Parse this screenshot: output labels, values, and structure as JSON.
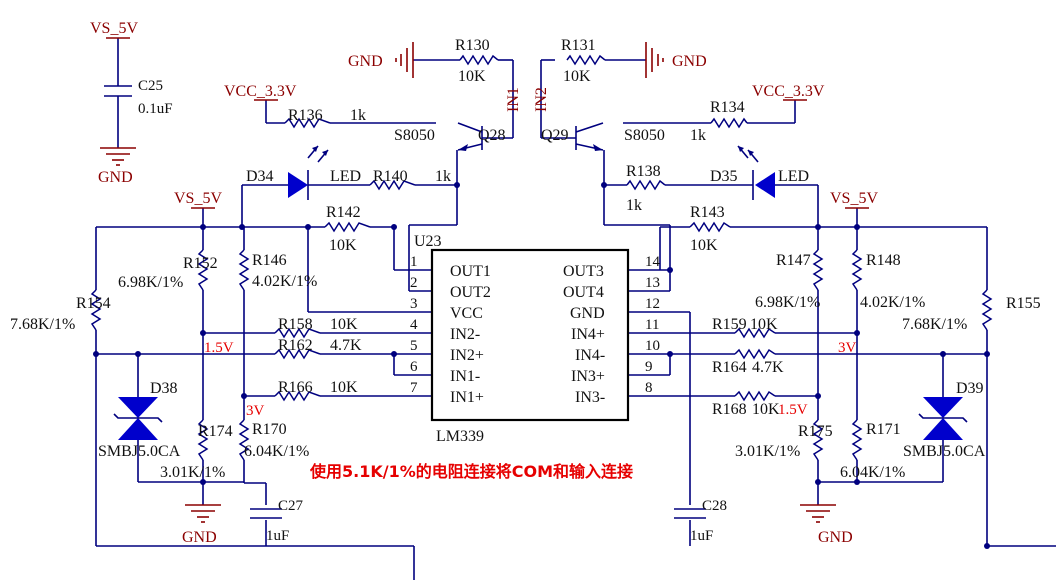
{
  "power": {
    "vs5v": "VS_5V",
    "vcc33": "VCC_3.3V",
    "gnd": "GND"
  },
  "chip": {
    "ref": "U23",
    "part": "LM339",
    "left_pins": [
      {
        "num": "1",
        "name": "OUT1"
      },
      {
        "num": "2",
        "name": "OUT2"
      },
      {
        "num": "3",
        "name": "VCC"
      },
      {
        "num": "4",
        "name": "IN2-"
      },
      {
        "num": "5",
        "name": "IN2+"
      },
      {
        "num": "6",
        "name": "IN1-"
      },
      {
        "num": "7",
        "name": "IN1+"
      }
    ],
    "right_pins": [
      {
        "num": "14",
        "name": "OUT3"
      },
      {
        "num": "13",
        "name": "OUT4"
      },
      {
        "num": "12",
        "name": "GND"
      },
      {
        "num": "11",
        "name": "IN4+"
      },
      {
        "num": "10",
        "name": "IN4-"
      },
      {
        "num": "9",
        "name": "IN3+"
      },
      {
        "num": "8",
        "name": "IN3-"
      }
    ]
  },
  "caps": [
    {
      "ref": "C25",
      "value": "0.1uF"
    },
    {
      "ref": "C27",
      "value": "1uF"
    },
    {
      "ref": "C28",
      "value": "1uF"
    }
  ],
  "transistors": [
    {
      "ref": "Q28",
      "part": "S8050"
    },
    {
      "ref": "Q29",
      "part": "S8050"
    }
  ],
  "leds": [
    {
      "ref": "D34",
      "label": "LED"
    },
    {
      "ref": "D35",
      "label": "LED"
    }
  ],
  "tvs": [
    {
      "ref": "D38",
      "part": "SMBJ5.0CA"
    },
    {
      "ref": "D39",
      "part": "SMBJ5.0CA"
    }
  ],
  "resistors": {
    "R130": {
      "ref": "R130",
      "value": "10K"
    },
    "R131": {
      "ref": "R131",
      "value": "10K"
    },
    "R134": {
      "ref": "R134",
      "value": "1k"
    },
    "R136": {
      "ref": "R136",
      "value": "1k"
    },
    "R138": {
      "ref": "R138",
      "value": "1k"
    },
    "R140": {
      "ref": "R140",
      "value": "1k"
    },
    "R142": {
      "ref": "R142",
      "value": "10K"
    },
    "R143": {
      "ref": "R143",
      "value": "10K"
    },
    "R146": {
      "ref": "R146",
      "value": "4.02K/1%"
    },
    "R147": {
      "ref": "R147",
      "value": "6.98K/1%"
    },
    "R148": {
      "ref": "R148",
      "value": "4.02K/1%"
    },
    "R152": {
      "ref": "R152",
      "value": "6.98K/1%"
    },
    "R154": {
      "ref": "R154",
      "value": "7.68K/1%"
    },
    "R155": {
      "ref": "R155",
      "value": "7.68K/1%"
    },
    "R158": {
      "ref": "R158",
      "value": "10K"
    },
    "R159": {
      "ref": "R159",
      "value": "10K"
    },
    "R162": {
      "ref": "R162",
      "value": "4.7K"
    },
    "R164": {
      "ref": "R164",
      "value": "4.7K"
    },
    "R166": {
      "ref": "R166",
      "value": "10K"
    },
    "R168": {
      "ref": "R168",
      "value": "10K"
    },
    "R170": {
      "ref": "R170",
      "value": "6.04K/1%"
    },
    "R171": {
      "ref": "R171",
      "value": "6.04K/1%"
    },
    "R174": {
      "ref": "R174",
      "value": "3.01K/1%"
    },
    "R175": {
      "ref": "R175",
      "value": "3.01K/1%"
    }
  },
  "nets": {
    "in1": "IN1",
    "in2": "IN2"
  },
  "voltages": {
    "v15": "1.5V",
    "v3": "3V"
  },
  "note": "使用5.1K/1%的电阻连接将COM和输入连接"
}
